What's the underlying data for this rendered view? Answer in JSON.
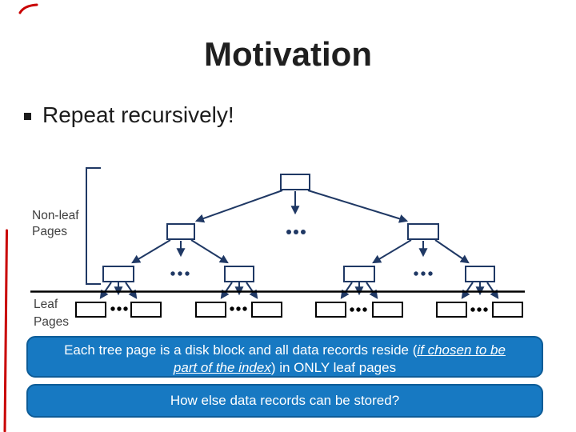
{
  "slide": {
    "title": "Motivation",
    "bullet_text": "Repeat recursively!"
  },
  "diagram": {
    "nonleaf_label_line1": "Non-leaf",
    "nonleaf_label_line2": "Pages",
    "leaf_label_line1": "Leaf",
    "leaf_label_line2": "Pages"
  },
  "callouts": {
    "box1_text_start": "Each tree page is a disk block and all data records reside (",
    "box1_italic_part1": "if chosen to be",
    "box1_italic_part2": "part of the index",
    "box1_text_end": ") in ONLY leaf pages",
    "box2_text": "How else data records can be stored?"
  },
  "colors": {
    "tree_stroke": "#1f3864",
    "leaf_stroke": "#000000",
    "callout_fill": "#1779c2",
    "callout_border": "#0d5c97",
    "accent_red": "#c90000"
  }
}
